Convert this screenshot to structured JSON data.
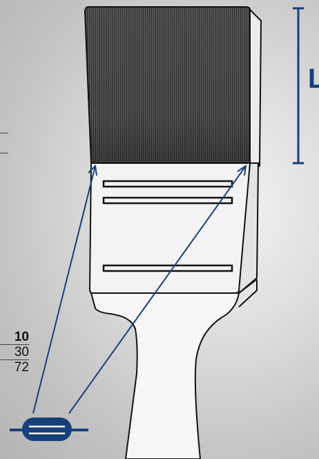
{
  "dimension_label": "L",
  "specs": {
    "size": "10",
    "width": "30",
    "length": "72"
  },
  "colors": {
    "accent": "#17407a",
    "outline": "#111111",
    "bristle": "#4a4a4a"
  },
  "icons": {
    "brush_cross_section": "brush-profile-icon",
    "height_bracket": "dimension-bracket-icon"
  }
}
